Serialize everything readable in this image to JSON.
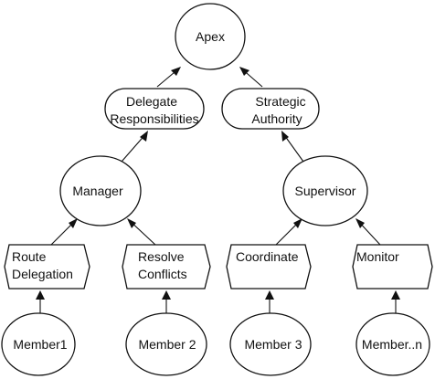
{
  "diagram": {
    "apex": {
      "label": "Apex"
    },
    "delegate_responsibilities": {
      "line1": "Delegate",
      "line2": "Responsibilities"
    },
    "strategic_authority": {
      "line1": "Strategic",
      "line2": "Authority"
    },
    "manager": {
      "label": "Manager"
    },
    "supervisor": {
      "label": "Supervisor"
    },
    "route_delegation": {
      "line1": "Route",
      "line2": "Delegation"
    },
    "resolve_conflicts": {
      "line1": "Resolve",
      "line2": "Conflicts"
    },
    "coordinate": {
      "label": "Coordinate"
    },
    "monitor": {
      "label": "Monitor"
    },
    "member1": {
      "label": "Member1"
    },
    "member2": {
      "label": "Member 2"
    },
    "member3": {
      "label": "Member 3"
    },
    "member_n": {
      "label": "Member..n"
    }
  },
  "colors": {
    "stroke": "#111111",
    "background": "#ffffff"
  }
}
